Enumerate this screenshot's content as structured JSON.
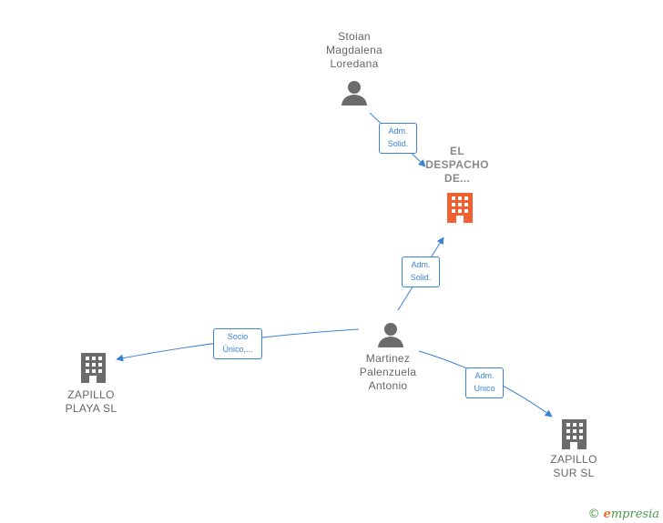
{
  "diagram": {
    "colors": {
      "edge": "#3a82d6",
      "person_icon": "#6b6b6b",
      "company_icon": "#6b6b6b",
      "focus_company_icon": "#f06030",
      "label_text": "#666666"
    },
    "nodes": {
      "stoian": {
        "type": "person",
        "icon": "person-icon",
        "lines": [
          "Stoian",
          "Magdalena",
          "Loredana"
        ]
      },
      "despacho": {
        "type": "company",
        "icon": "building-icon",
        "focus": true,
        "lines": [
          "EL",
          "DESPACHO",
          "DE..."
        ]
      },
      "martinez": {
        "type": "person",
        "icon": "person-icon",
        "lines": [
          "Martinez",
          "Palenzuela",
          "Antonio"
        ]
      },
      "zapillo_playa": {
        "type": "company",
        "icon": "building-icon",
        "lines": [
          "ZAPILLO",
          "PLAYA SL"
        ]
      },
      "zapillo_sur": {
        "type": "company",
        "icon": "building-icon",
        "lines": [
          "ZAPILLO",
          "SUR SL"
        ]
      }
    },
    "edges": {
      "stoian_despacho": {
        "from": "stoian",
        "to": "despacho",
        "lines": [
          "Adm.",
          "Solid."
        ]
      },
      "martinez_despacho": {
        "from": "martinez",
        "to": "despacho",
        "lines": [
          "Adm.",
          "Solid."
        ]
      },
      "martinez_playa": {
        "from": "martinez",
        "to": "zapillo_playa",
        "lines": [
          "Socio",
          "Único,..."
        ]
      },
      "martinez_sur": {
        "from": "martinez",
        "to": "zapillo_sur",
        "lines": [
          "Adm.",
          "Unico"
        ]
      }
    }
  },
  "watermark": {
    "copyright": "©",
    "brand_initial": "e",
    "brand_rest": "mpresia"
  }
}
